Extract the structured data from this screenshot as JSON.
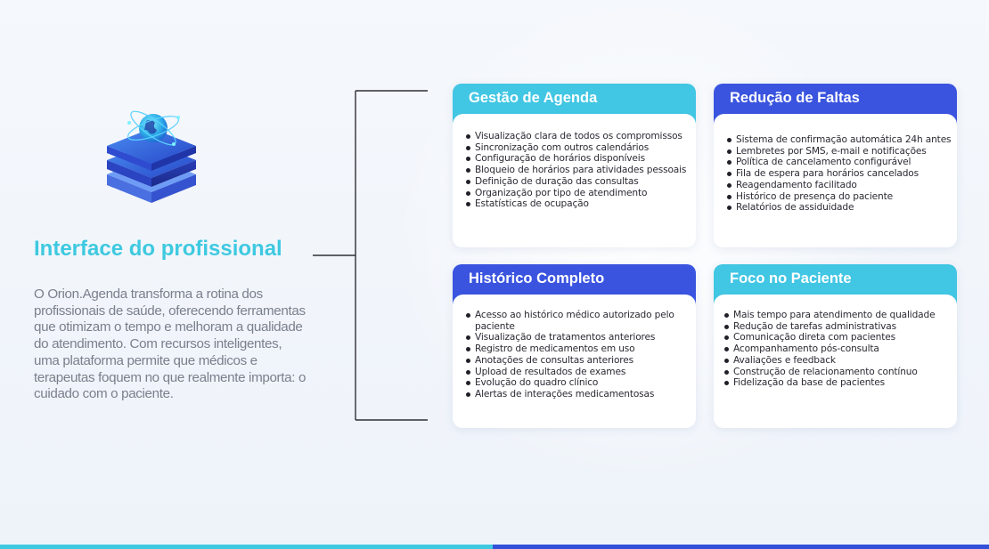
{
  "left": {
    "title": "Interface do profissional",
    "description": "O Orion.Agenda transforma a rotina dos profissionais de saúde, oferecendo ferramentas que otimizam o tempo e melhoram a qualidade do atendimento. Com recursos inteligentes, uma plataforma permite que médicos e terapeutas foquem no que realmente importa: o cuidado com o paciente.",
    "logo_icon": "globe-on-stacked-layers-icon"
  },
  "colors": {
    "cyan": "#41c6e3",
    "blue": "#3a54df",
    "title": "#3ec9e0",
    "text": "#7a7f8c"
  },
  "cards": [
    {
      "title": "Gestão de Agenda",
      "color": "cyan",
      "items": [
        "Visualização clara de todos os compromissos",
        "Sincronização com outros calendários",
        "Configuração de horários disponíveis",
        "Bloqueio de horários para atividades pessoais",
        "Definição de duração das consultas",
        "Organização por tipo de atendimento",
        "Estatísticas de ocupação"
      ]
    },
    {
      "title": "Redução de Faltas",
      "color": "blue",
      "items": [
        "Sistema de confirmação automática 24h antes",
        "Lembretes por SMS, e-mail e notificações",
        "Política de cancelamento configurável",
        "Fila de espera para horários cancelados",
        "Reagendamento facilitado",
        "Histórico de presença do paciente",
        "Relatórios de assiduidade"
      ]
    },
    {
      "title": "Histórico Completo",
      "color": "blue",
      "items": [
        "Acesso ao histórico médico autorizado pelo paciente",
        "Visualização de tratamentos anteriores",
        "Registro de medicamentos em uso",
        "Anotações de consultas anteriores",
        "Upload de resultados de exames",
        "Evolução do quadro clínico",
        "Alertas de interações medicamentosas"
      ]
    },
    {
      "title": "Foco no Paciente",
      "color": "cyan",
      "items": [
        "Mais tempo para atendimento de qualidade",
        "Redução de tarefas administrativas",
        "Comunicação direta com pacientes",
        "Acompanhamento pós-consulta",
        "Avaliações e feedback",
        "Construção de relacionamento contínuo",
        "Fidelização da base de pacientes"
      ]
    }
  ]
}
